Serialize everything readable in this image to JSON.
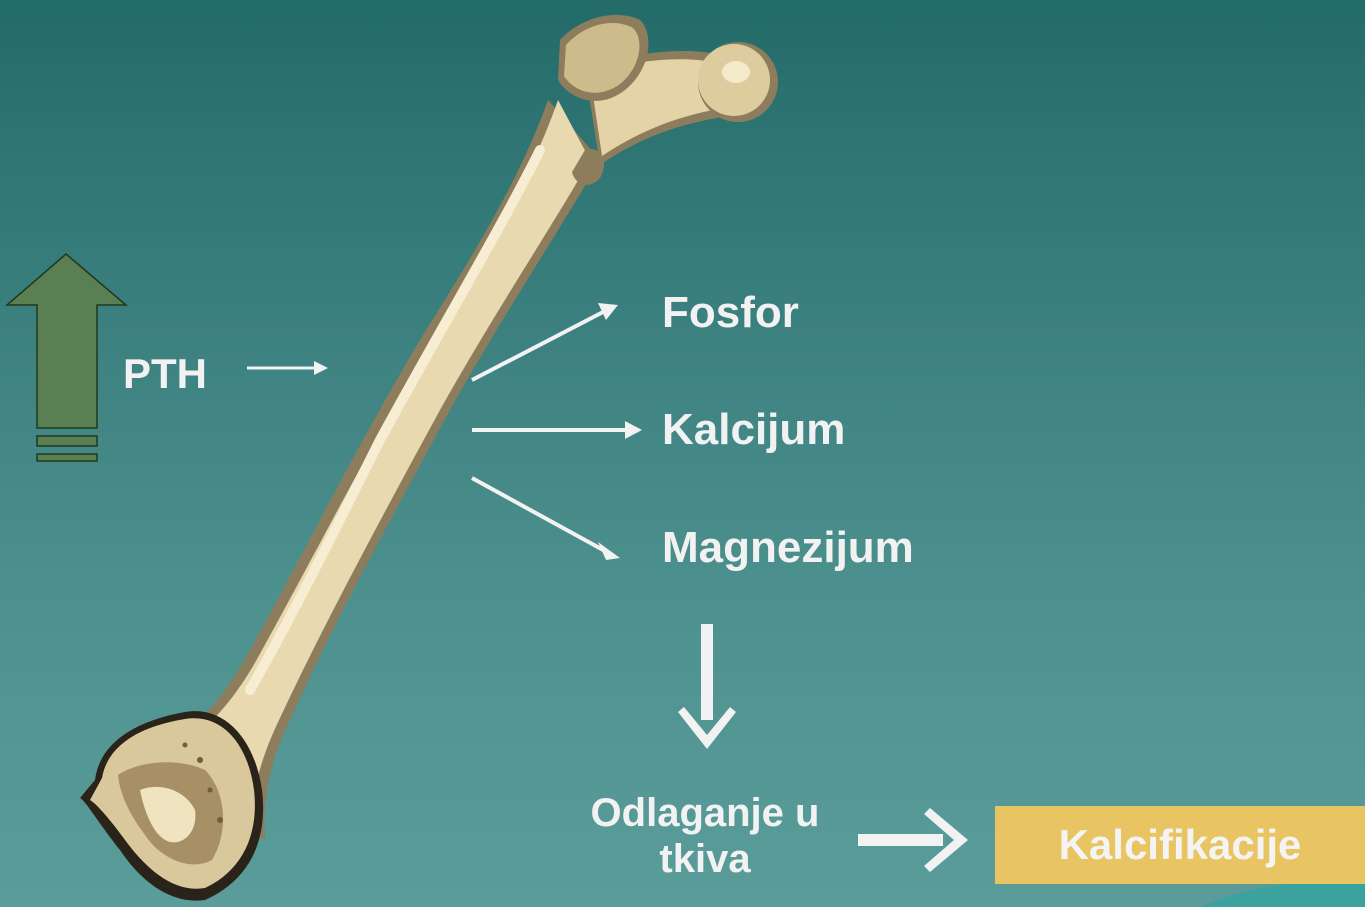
{
  "slide": {
    "pth_label": "PTH",
    "products": [
      "Fosfor",
      "Kalcijum",
      "Magnezijum"
    ],
    "deposit_label": "Odlaganje u tkiva",
    "result_label": "Kalcifikacije"
  },
  "colors": {
    "background_top": "#236b69",
    "background_bottom": "#5a9c9a",
    "up_arrow_fill": "#5a7f52",
    "bone": "#e8d9b0",
    "bone_shadow": "#8e7d5d",
    "result_box": "#e9c463",
    "text": "#f2f2f2"
  },
  "icons": {
    "up_arrow": "increase-arrow-icon",
    "bone": "femur-bone-icon"
  }
}
